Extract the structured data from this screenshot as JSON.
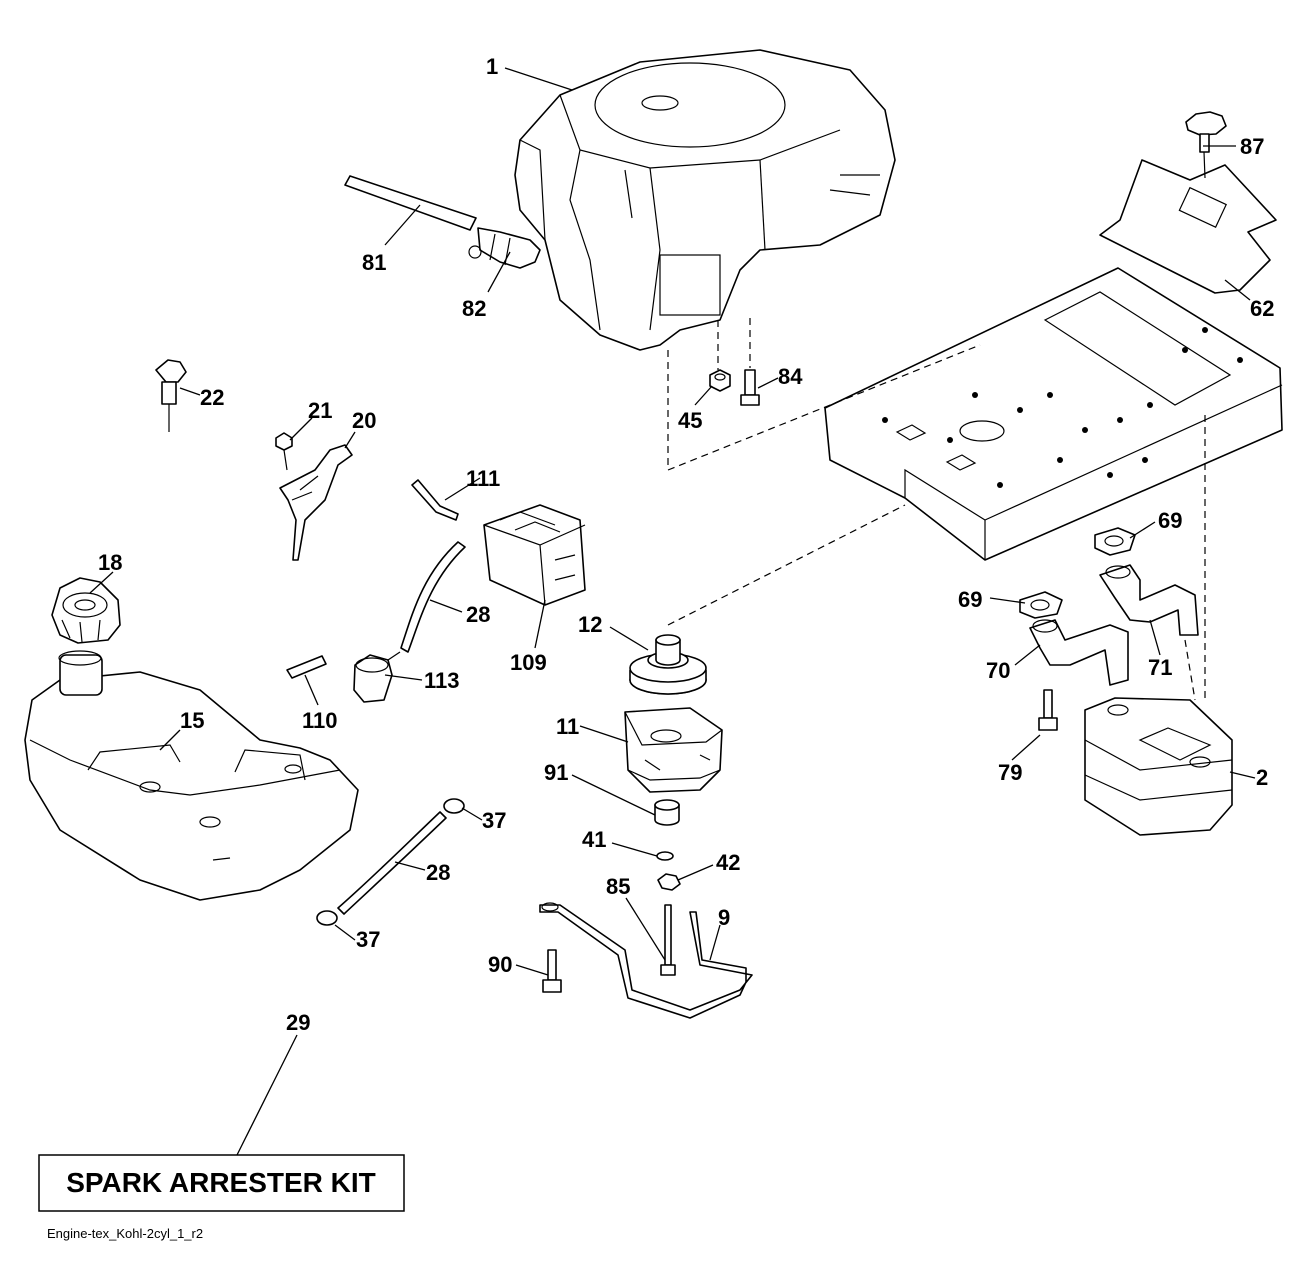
{
  "callouts": [
    "1",
    "87",
    "81",
    "82",
    "62",
    "84",
    "45",
    "22",
    "21",
    "20",
    "111",
    "69",
    "69",
    "18",
    "28",
    "109",
    "12",
    "70",
    "71",
    "113",
    "110",
    "15",
    "11",
    "79",
    "2",
    "91",
    "37",
    "41",
    "42",
    "28",
    "85",
    "9",
    "37",
    "90",
    "29"
  ],
  "kit_label": "SPARK ARRESTER KIT",
  "footer": "Engine-tex_Kohl-2cyl_1_r2"
}
